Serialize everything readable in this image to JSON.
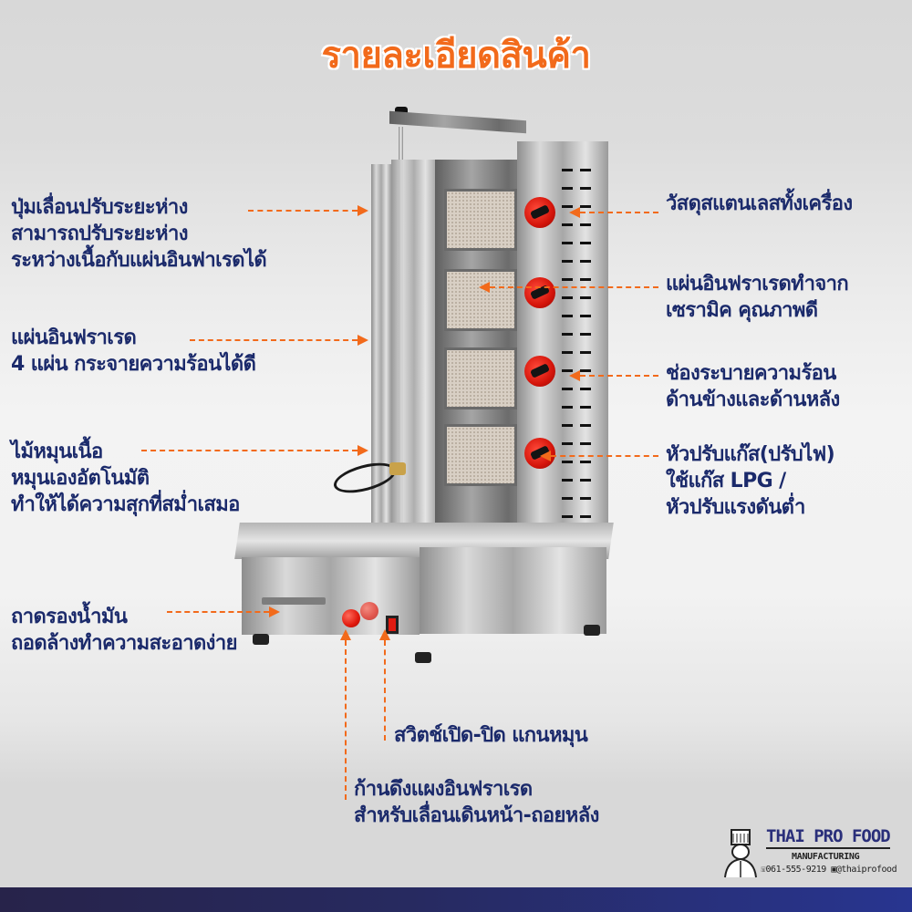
{
  "header": {
    "title": "รายละเอียดสินค้า"
  },
  "colors": {
    "title": "#f26a1b",
    "label_text": "#1b2a6b",
    "arrow": "#f26a1b",
    "bottom_bar": "#283590"
  },
  "callouts_left": [
    {
      "lines": [
        "ปุ่มเลื่อนปรับระยะห่าง",
        "สามารถปรับระยะห่าง",
        "ระหว่างเนื้อกับแผ่นอินฟาเรดได้"
      ]
    },
    {
      "lines": [
        "แผ่นอินฟราเรด",
        "4 แผ่น กระจายความร้อนได้ดี"
      ]
    },
    {
      "lines": [
        "ไม้หมุนเนื้อ",
        "หมุนเองอัตโนมัติ",
        "ทำให้ได้ความสุกที่สม่ำเสมอ"
      ]
    },
    {
      "lines": [
        "ถาดรองน้ำมัน",
        "ถอดล้างทำความสะอาดง่าย"
      ]
    }
  ],
  "callouts_right": [
    {
      "lines": [
        "วัสดุสแตนเลสทั้งเครื่อง"
      ]
    },
    {
      "lines": [
        "แผ่นอินฟราเรดทำจาก",
        "เซรามิค คุณภาพดี"
      ]
    },
    {
      "lines": [
        "ช่องระบายความร้อน",
        "ด้านข้างและด้านหลัง"
      ]
    },
    {
      "lines": [
        "หัวปรับแก๊ส(ปรับไฟ)",
        "ใช้แก๊ส LPG /",
        "หัวปรับแรงดันต่ำ"
      ]
    }
  ],
  "callouts_bottom": [
    {
      "lines": [
        "สวิตช์เปิด-ปิด แกนหมุน"
      ]
    },
    {
      "lines": [
        "ก้านดึงแผงอินฟราเรด",
        "สำหรับเลื่อนเดินหน้า-ถอยหลัง"
      ]
    }
  ],
  "product": {
    "icon": "shawarma-grill-machine",
    "heater_panels": 4,
    "gas_knobs": 4
  },
  "logo": {
    "brand": "THAI PRO FOOD",
    "subtitle": "MANUFACTURING",
    "phone": "061-555-9219",
    "line_id": "@thaiprofood",
    "icon": "chef-icon"
  }
}
